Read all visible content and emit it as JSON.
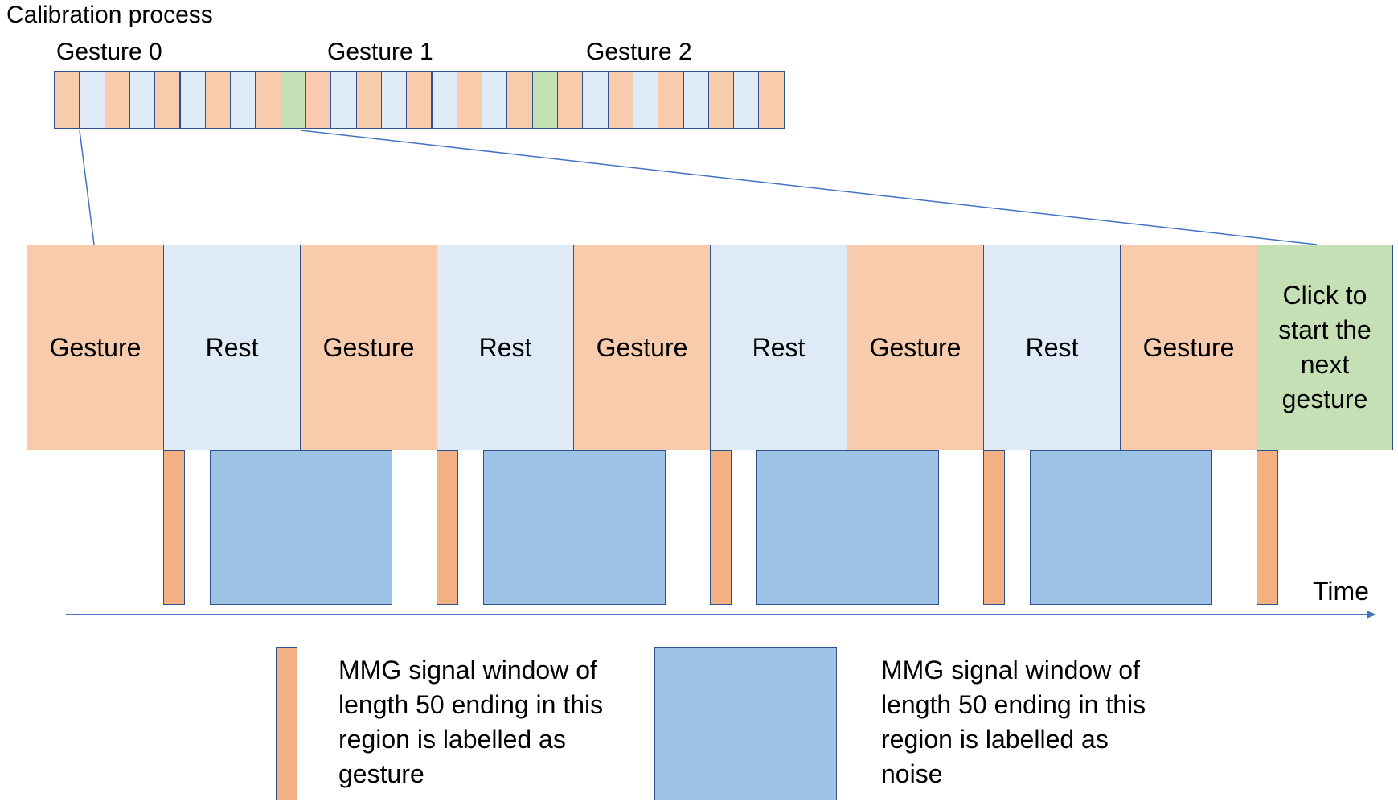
{
  "title": "Calibration process",
  "strip": {
    "gesture_labels": [
      "Gesture 0",
      "Gesture 1",
      "Gesture 2"
    ],
    "cells": [
      "gesture",
      "rest",
      "gesture",
      "rest",
      "gesture",
      "rest",
      "gesture",
      "rest",
      "gesture",
      "click",
      "gesture",
      "rest",
      "gesture",
      "rest",
      "gesture",
      "rest",
      "gesture",
      "rest",
      "gesture",
      "click",
      "gesture",
      "rest",
      "gesture",
      "rest",
      "gesture",
      "rest",
      "gesture",
      "rest",
      "gesture"
    ]
  },
  "phases": [
    {
      "type": "gesture",
      "label": "Gesture"
    },
    {
      "type": "rest",
      "label": "Rest"
    },
    {
      "type": "gesture",
      "label": "Gesture"
    },
    {
      "type": "rest",
      "label": "Rest"
    },
    {
      "type": "gesture",
      "label": "Gesture"
    },
    {
      "type": "rest",
      "label": "Rest"
    },
    {
      "type": "gesture",
      "label": "Gesture"
    },
    {
      "type": "rest",
      "label": "Rest"
    },
    {
      "type": "gesture",
      "label": "Gesture"
    },
    {
      "type": "click",
      "label": "Click to start the next gesture"
    }
  ],
  "axis": {
    "label": "Time"
  },
  "legend": {
    "gesture": "MMG signal window of length 50 ending in this region is labelled as gesture",
    "noise": "MMG signal window of length 50 ending in this region is labelled as noise"
  },
  "colors": {
    "gesture": "#f8cbad",
    "rest": "#deebf7",
    "click": "#c5e0b4",
    "window_gesture": "#f4b183",
    "window_noise": "#9dc3e6",
    "border": "#2f528f",
    "line": "#4472c4"
  }
}
